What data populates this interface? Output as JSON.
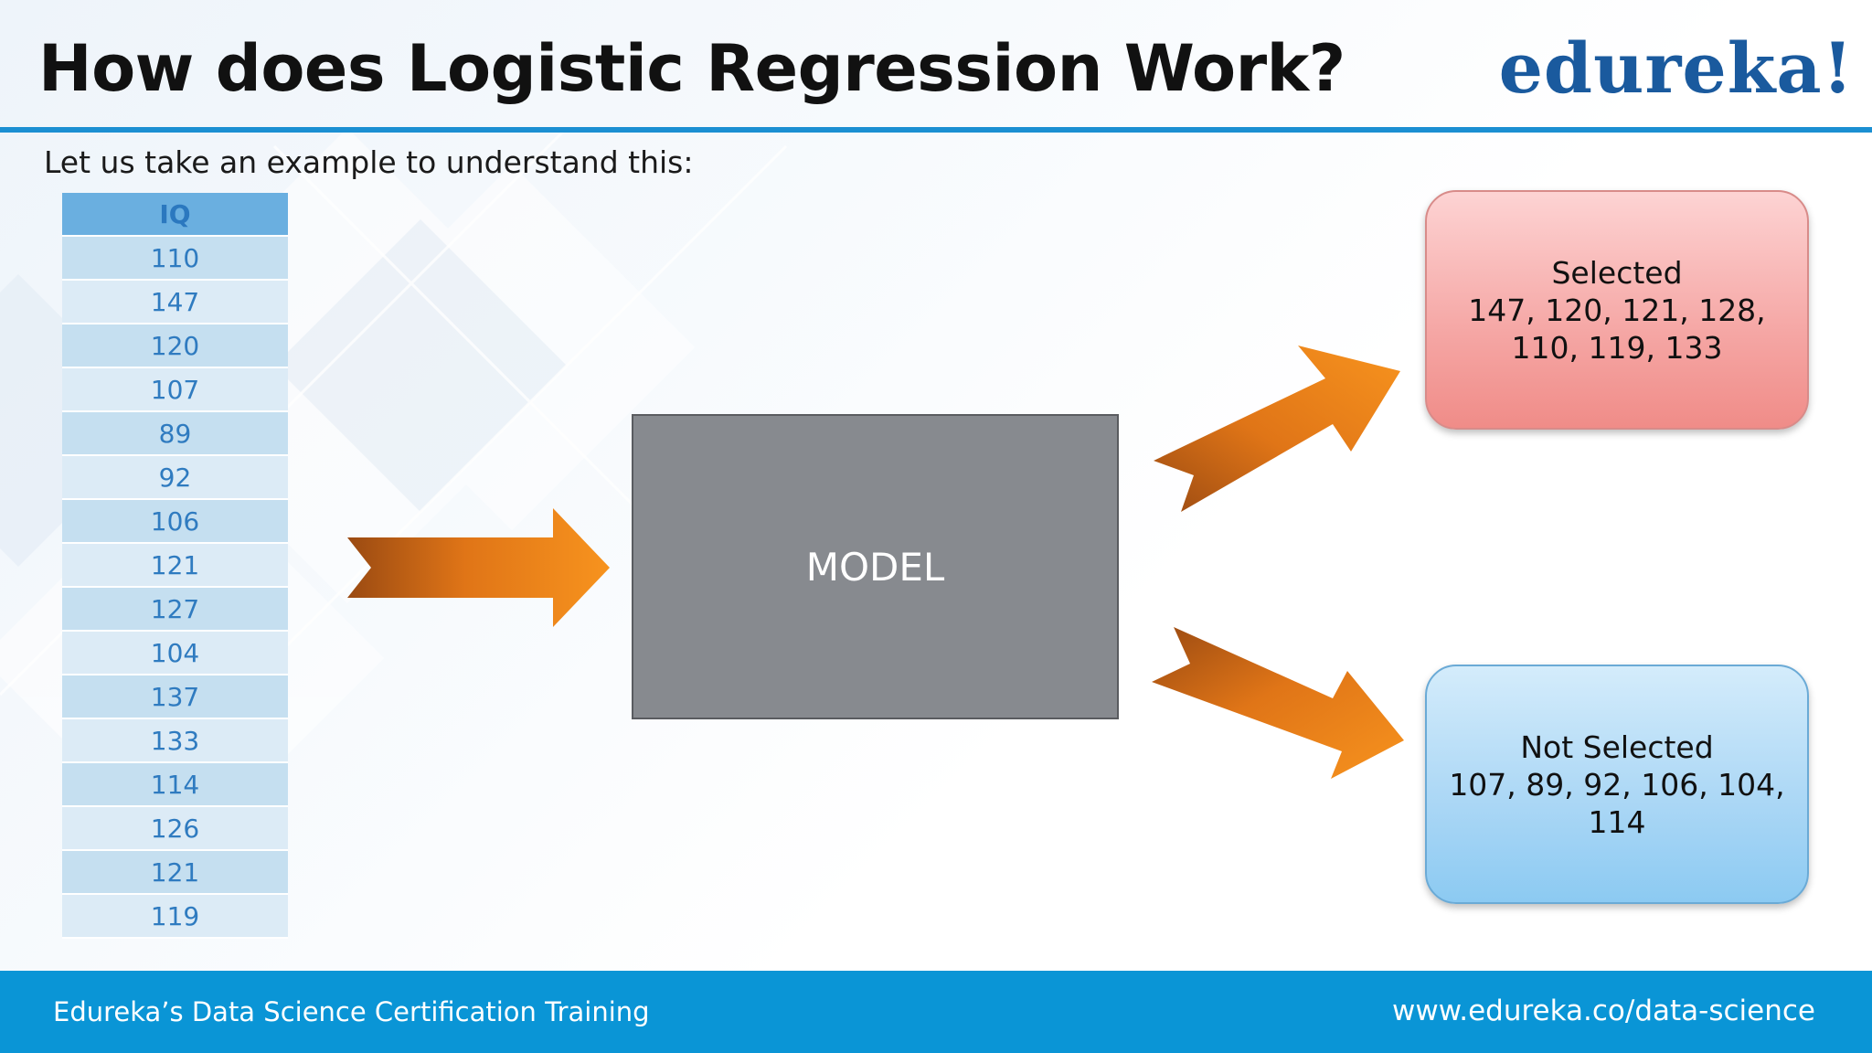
{
  "header": {
    "title": "How does Logistic Regression Work?",
    "logo_text": "edureka!"
  },
  "intro_text": "Let us take an example to understand this:",
  "table": {
    "header": "IQ",
    "values": [
      "110",
      "147",
      "120",
      "107",
      "89",
      "92",
      "106",
      "121",
      "127",
      "104",
      "137",
      "133",
      "114",
      "126",
      "121",
      "119"
    ]
  },
  "model": {
    "label": "MODEL"
  },
  "results": {
    "selected": {
      "title": "Selected",
      "values": "147, 120, 121, 128, 110, 119, 133"
    },
    "not_selected": {
      "title": "Not Selected",
      "values": "107, 89, 92, 106, 104, 114"
    }
  },
  "footer": {
    "left_text": "Edureka’s Data Science Certification Training",
    "right_text": "www.edureka.co/data-science"
  },
  "colors": {
    "accent_blue": "#1b8fd2",
    "footer_blue": "#0a95d6",
    "arrow_orange": "#f7931e",
    "model_gray": "#878a8f"
  }
}
